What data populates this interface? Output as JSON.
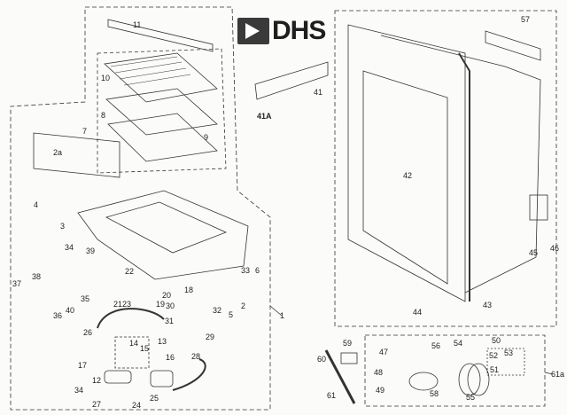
{
  "logo": {
    "text": "DHS"
  },
  "labels": {
    "l11": "11",
    "l10": "10",
    "l8": "8",
    "l7": "7",
    "l9": "9",
    "l2a": "2a",
    "l41A": "41A",
    "l41": "41",
    "l42": "42",
    "l57": "57",
    "l45": "45",
    "l46": "46",
    "l44": "44",
    "l43": "43",
    "l1": "1",
    "l4": "4",
    "l3": "3",
    "l34a": "34",
    "l39": "39",
    "l22": "22",
    "l38": "38",
    "l37": "37",
    "l35": "35",
    "l21": "21",
    "l23": "23",
    "l19": "19",
    "l20": "20",
    "l18": "18",
    "l33": "33",
    "l6": "6",
    "l2": "2",
    "l5": "5",
    "l32": "32",
    "l30": "30",
    "l31": "31",
    "l40": "40",
    "l36": "36",
    "l29": "29",
    "l26": "26",
    "l14": "14",
    "l15": "15",
    "l13": "13",
    "l16": "16",
    "l28": "28",
    "l17": "17",
    "l12": "12",
    "l34b": "34",
    "l25": "25",
    "l24": "24",
    "l27": "27",
    "l59": "59",
    "l60": "60",
    "l61": "61",
    "l47": "47",
    "l48": "48",
    "l49": "49",
    "l56": "56",
    "l58": "58",
    "l54": "54",
    "l55": "55",
    "l50": "50",
    "l52": "52",
    "l53": "53",
    "l51": "51",
    "l61a": "61a"
  }
}
